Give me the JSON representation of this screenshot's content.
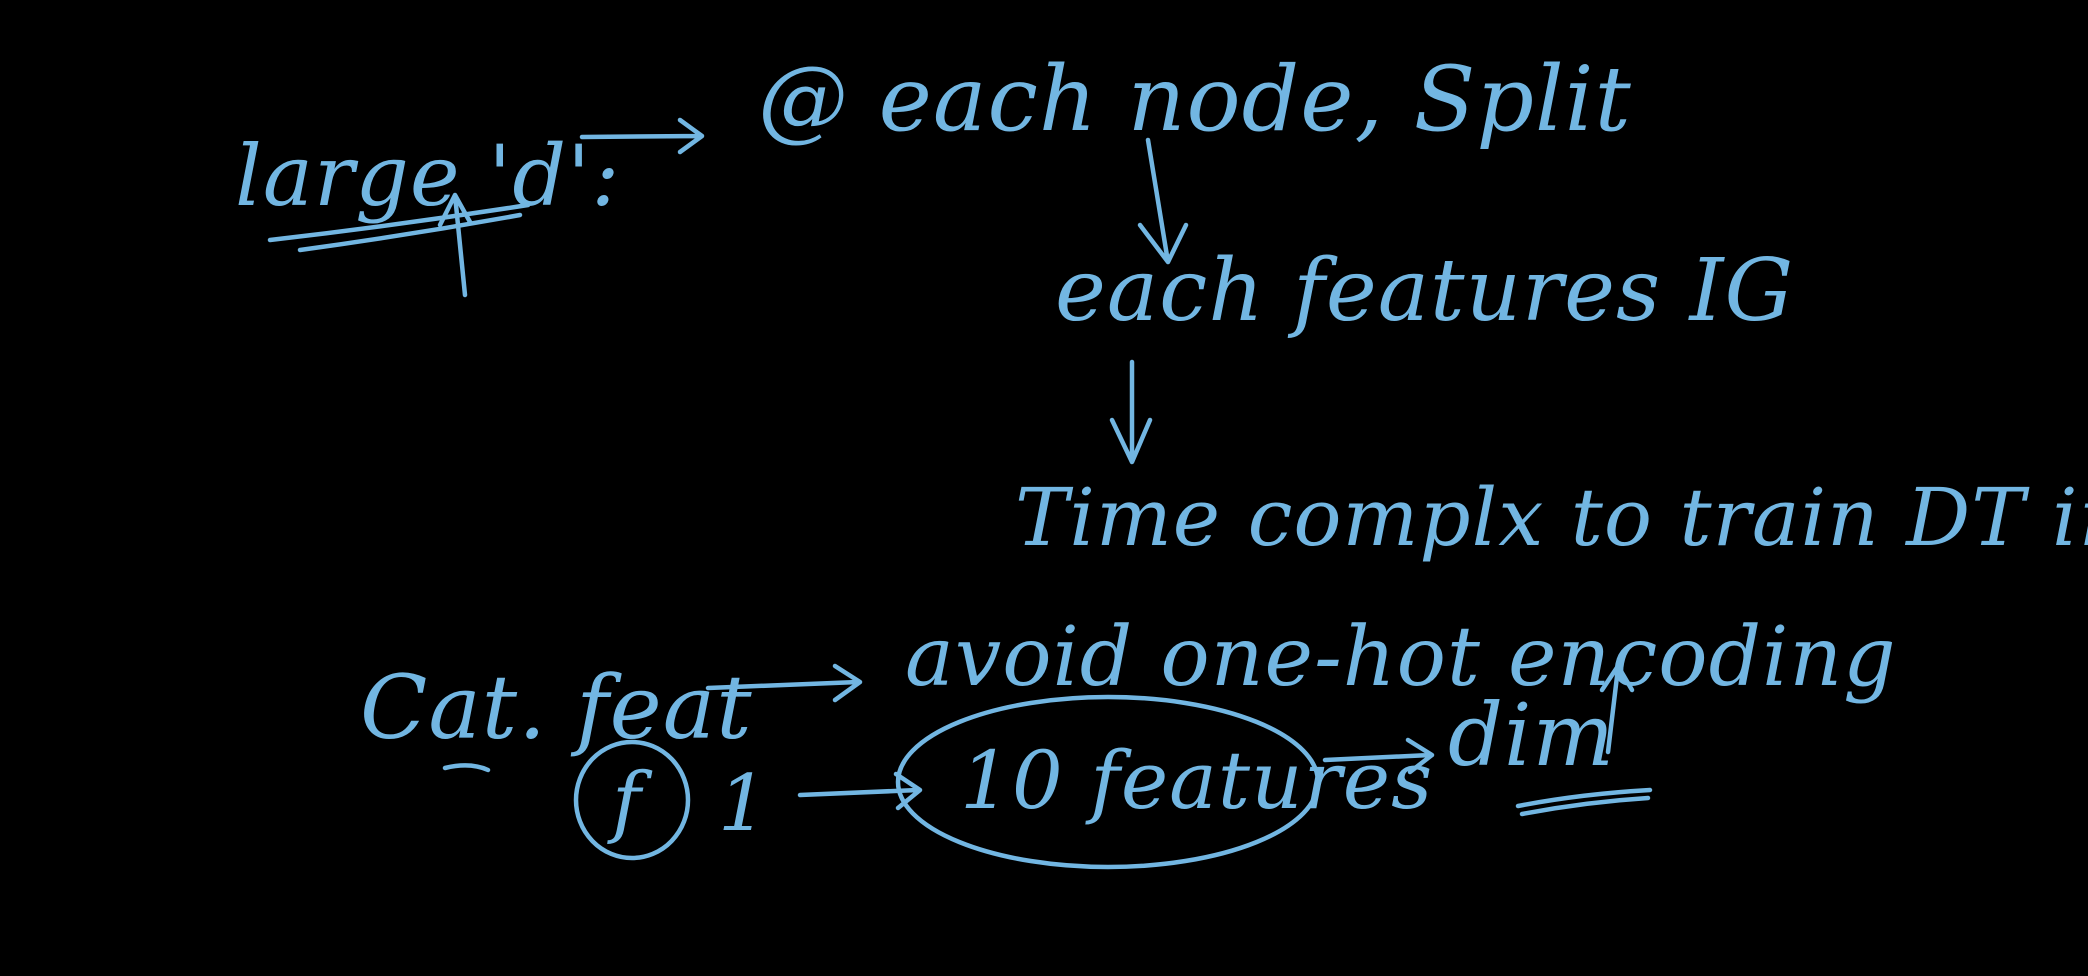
{
  "canvas": {
    "background_color": "#000000",
    "ink_color": "#72b6e2"
  },
  "notes": {
    "large_d": "large 'd':",
    "each_node_split": "@ each node, Split",
    "each_features_ig": "each features IG",
    "time_complexity": "Time complx to train DT increases",
    "cat_feat": "Cat. feat",
    "avoid_one_hot": "avoid one-hot encoding",
    "f_label": "f",
    "one": "1",
    "ten_features": "10 features",
    "dim": "dim"
  }
}
